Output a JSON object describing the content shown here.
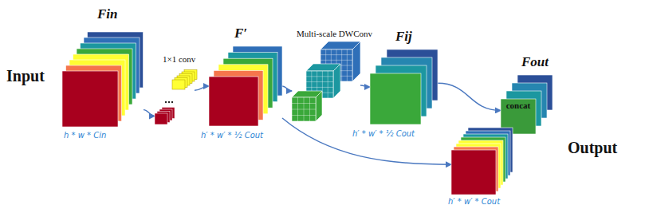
{
  "diagram": {
    "nodes": [
      {
        "text": [
          "Fin",
          "h * w * Cin"
        ]
      },
      {
        "text": [
          "1×1 conv"
        ]
      },
      {
        "text": [
          "F′",
          "h′ * w′ * ½ Cout"
        ]
      },
      {
        "text": [
          "Multi-scale DWConv"
        ]
      },
      {
        "text": [
          "Fij",
          "h′ * w′ * ½ Cout"
        ]
      },
      {
        "text": [
          "Fout",
          "concat"
        ]
      },
      {
        "text": [
          "h′ * w′ * Cout"
        ]
      }
    ],
    "edges": [
      {
        "from": 0,
        "to": 1,
        "arrow": "to"
      },
      {
        "from": 1,
        "to": 2,
        "arrow": "to"
      },
      {
        "from": 2,
        "to": 3,
        "arrow": "to"
      },
      {
        "from": 3,
        "to": 4,
        "arrow": "to"
      },
      {
        "from": 4,
        "to": 5,
        "arrow": "to"
      },
      {
        "from": 2,
        "to": 6,
        "arrow": "to"
      }
    ],
    "labels": [
      "Input",
      "Output"
    ]
  }
}
